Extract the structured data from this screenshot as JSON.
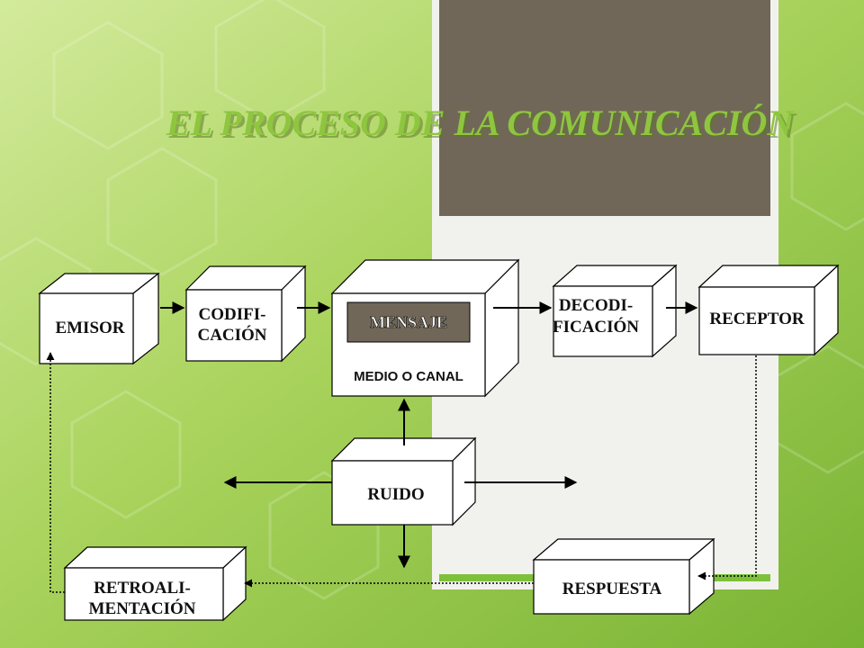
{
  "title": "EL PROCESO DE LA COMUNICACIÓN",
  "colors": {
    "title": "#8ec63f",
    "panel_dark": "#716758",
    "panel_light": "#f1f2ee",
    "accent_bar": "#7dc13a",
    "message_box": "#716758"
  },
  "nodes": {
    "emisor": {
      "label": "EMISOR"
    },
    "codificacion": {
      "line1": "CODIFI-",
      "line2": "CACIÓN"
    },
    "medio": {
      "label": "MEDIO O CANAL"
    },
    "mensaje": {
      "label": "MENSAJE"
    },
    "decodificacion": {
      "line1": "DECODI-",
      "line2": "FICACIÓN"
    },
    "receptor": {
      "label": "RECEPTOR"
    },
    "ruido": {
      "label": "RUIDO"
    },
    "respuesta": {
      "label": "RESPUESTA"
    },
    "retroalimentacion": {
      "line1": "RETROALI-",
      "line2": "MENTACIÓN"
    }
  }
}
